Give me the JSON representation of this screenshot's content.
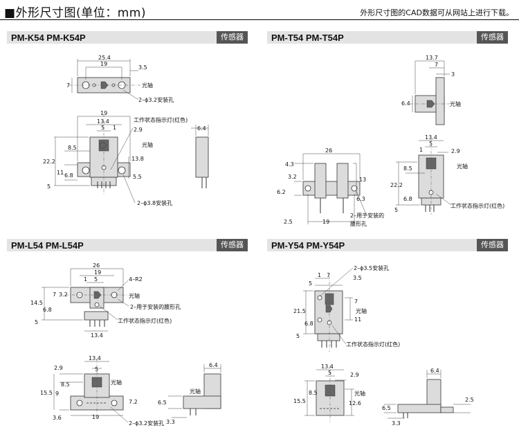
{
  "header": {
    "title": "■外形尺寸图(单位：mm)",
    "note": "外形尺寸图的CAD数据可从网站上进行下载。"
  },
  "tag": "传感器",
  "sections": {
    "k54": {
      "models": "PM-K54   PM-K54P"
    },
    "t54": {
      "models": "PM-T54   PM-T54P"
    },
    "l54": {
      "models": "PM-L54   PM-L54P"
    },
    "y54": {
      "models": "PM-Y54   PM-Y54P"
    }
  },
  "labels": {
    "axis": "光轴",
    "indicator": "工作状态指示灯(红色)",
    "k_hole1": "2–ϕ3.2安装孔",
    "k_hole2": "2–ϕ3.8安装孔",
    "t_slot_a": "2–用于安装的",
    "t_slot_b": "腰形孔",
    "l_r": "4–R2",
    "l_slot": "2–用于安装的腰形孔",
    "l_hole": "2–ϕ3.2安装孔",
    "y_hole": "2–ϕ3.5安装孔"
  },
  "dims": {
    "k": {
      "a": "25.4",
      "b": "19",
      "c": "3.5",
      "d": "7",
      "e": "19",
      "f": "13.4",
      "g": "5",
      "h": "1",
      "i": "2.9",
      "j": "6.4",
      "k": "8.5",
      "l": "22.2",
      "m": "13.8",
      "n": "11",
      "o": "6.8",
      "p": "5",
      "q": "5.5"
    },
    "t": {
      "a": "13.7",
      "b": "7",
      "c": "3",
      "d": "6.4",
      "e": "26",
      "f": "4.3",
      "g": "3.2",
      "h": "6.2",
      "i": "13",
      "j": "6.3",
      "k": "2.5",
      "l": "19",
      "m": "13.4",
      "n": "5",
      "o": "1",
      "p": "2.9",
      "q": "8.5",
      "r": "22.2",
      "s": "6.8",
      "t": "5"
    },
    "l": {
      "a": "26",
      "b": "19",
      "c": "1",
      "d": "5",
      "e": "7",
      "f": "3.2",
      "g": "14.5",
      "h": "6.8",
      "i": "5",
      "j": "13.4",
      "k": "2.9",
      "l": "13.4",
      "m": "5",
      "n": "8.5",
      "o": "9",
      "p": "15.5",
      "q": "7.2",
      "r": "3.6",
      "s": "19",
      "t": "6.4",
      "u": "6.5",
      "v": "3.3"
    },
    "y": {
      "a": "1",
      "b": "7",
      "c": "3.5",
      "d": "5",
      "e": "7",
      "f": "21.5",
      "g": "11",
      "h": "6.8",
      "i": "5",
      "j": "13.4",
      "k": "5",
      "l": "2.9",
      "m": "8.5",
      "n": "15.5",
      "o": "12.6",
      "p": "6.4",
      "q": "2.5",
      "r": "6.5",
      "s": "3.3"
    }
  }
}
